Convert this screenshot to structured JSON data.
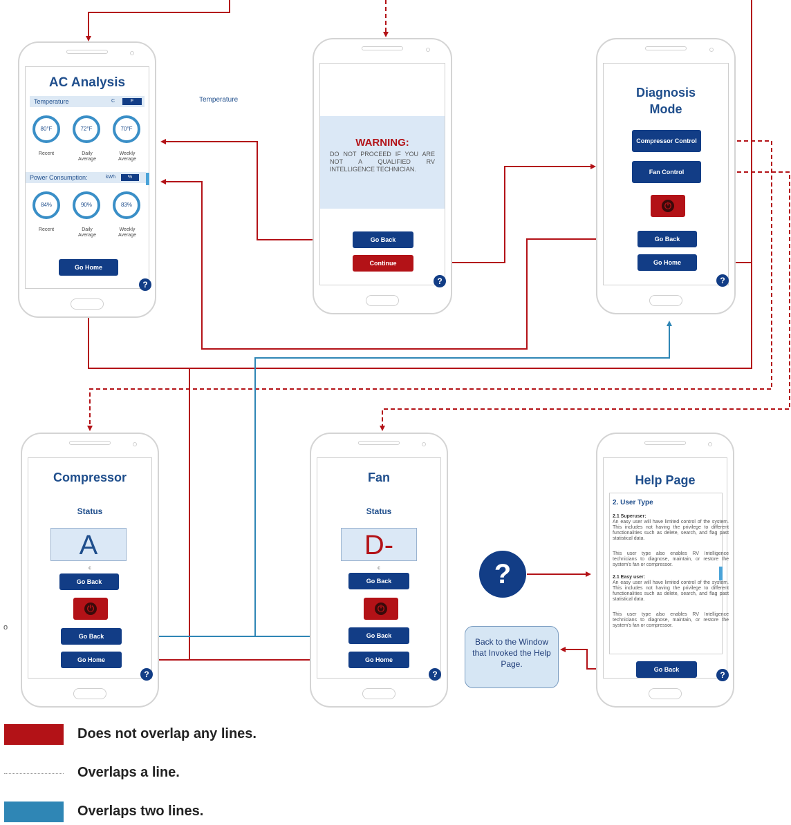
{
  "colors": {
    "line_red": "#b31217",
    "line_blue": "#2f86b5",
    "button_blue": "#123d86",
    "button_red": "#b31217",
    "callout_bg": "#d6e6f4"
  },
  "ac_analysis": {
    "title": "AC Analysis",
    "temperature_label": "Temperature",
    "temperature_unit_c": "C",
    "temperature_unit_f": "F",
    "temps": [
      {
        "value": "80°F",
        "label": "Recent"
      },
      {
        "value": "72°F",
        "label": "Daily Average"
      },
      {
        "value": "70°F",
        "label": "Weekly Average"
      }
    ],
    "power_label": "Power Consumption:",
    "power_unit_kwh": "kWh",
    "power_unit_pct": "%",
    "power": [
      {
        "value": "84%",
        "label": "Recent"
      },
      {
        "value": "90%",
        "label": "Daily Average"
      },
      {
        "value": "83%",
        "label": "Weekly Average"
      }
    ],
    "go_home": "Go Home"
  },
  "floating_label": "Temperature",
  "warning": {
    "title": "WARNING:",
    "body": "DO NOT PROCEED IF YOU ARE NOT A QUALIFIED RV INTELLIGENCE TECHNICIAN.",
    "go_back": "Go Back",
    "continue": "Continue"
  },
  "diagnosis": {
    "title": "Diagnosis Mode",
    "compressor_control": "Compressor Control",
    "fan_control": "Fan Control",
    "go_back": "Go Back",
    "go_home": "Go Home"
  },
  "compressor": {
    "title": "Compressor",
    "status_label": "Status",
    "grade": "A",
    "tiny": "c",
    "go_back_1": "Go Back",
    "go_back_2": "Go Back",
    "go_home": "Go Home"
  },
  "fan": {
    "title": "Fan",
    "status_label": "Status",
    "grade": "D-",
    "tiny": "c",
    "go_back_1": "Go Back",
    "go_back_2": "Go Back",
    "go_home": "Go Home"
  },
  "help_page": {
    "title": "Help Page",
    "section": "2. User Type",
    "sub1": "2.1 Superuser:",
    "p1": "An easy user will have limited control of the system. This includes not having the privilege to different functionalities such as delete, search, and flag past statistical data.",
    "p2": "This user type also enables RV Intelligence technicians to diagnose, maintain, or restore the system's fan or compressor.",
    "sub2": "2.1 Easy user:",
    "p3": "An easy user will have limited control of the system. This includes not having the privilege to different functionalities such as delete, search, and flag past statistical data.",
    "p4": "This user type also enables RV Intelligence technicians to diagnose, maintain, or restore the system's fan or compressor.",
    "go_back": "Go Back"
  },
  "help_icon": "?",
  "callout": "Back to the Window that Invoked the Help Page.",
  "stray_mark": "o",
  "legend": [
    {
      "label": "Does not overlap any lines.",
      "style": "solid-red"
    },
    {
      "label": "Overlaps a line.",
      "style": "dotted"
    },
    {
      "label": "Overlaps two lines.",
      "style": "solid-blue"
    }
  ]
}
